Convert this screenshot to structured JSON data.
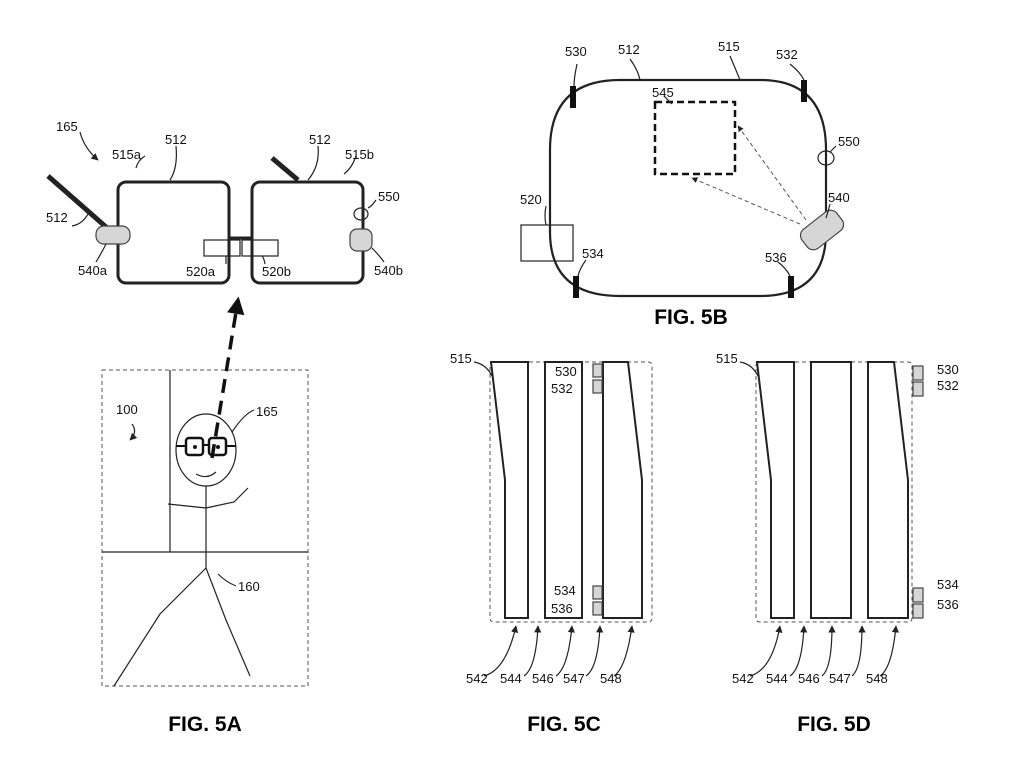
{
  "fig5a": {
    "caption": "FIG. 5A",
    "labels": {
      "glasses": "165",
      "frame_left": "512",
      "frame_right": "512",
      "temple": "512",
      "lens_left": "515a",
      "lens_right": "515b",
      "sensor": "550",
      "display_left": "520a",
      "display_right": "520b",
      "camera_left": "540a",
      "camera_right": "540b",
      "environment": "100",
      "user_glasses": "165",
      "user": "160"
    }
  },
  "fig5b": {
    "caption": "FIG. 5B",
    "labels": {
      "c530": "530",
      "frame": "512",
      "lens": "515",
      "c532": "532",
      "region": "545",
      "sensor": "550",
      "camera": "540",
      "display": "520",
      "c534": "534",
      "c536": "536"
    }
  },
  "fig5c": {
    "caption": "FIG. 5C",
    "labels": {
      "lens": "515",
      "c530": "530",
      "c532": "532",
      "c534": "534",
      "c536": "536",
      "s542": "542",
      "s544": "544",
      "s546": "546",
      "s547": "547",
      "s548": "548"
    }
  },
  "fig5d": {
    "caption": "FIG. 5D",
    "labels": {
      "lens": "515",
      "c530": "530",
      "c532": "532",
      "c534": "534",
      "c536": "536",
      "s542": "542",
      "s544": "544",
      "s546": "546",
      "s547": "547",
      "s548": "548"
    }
  }
}
